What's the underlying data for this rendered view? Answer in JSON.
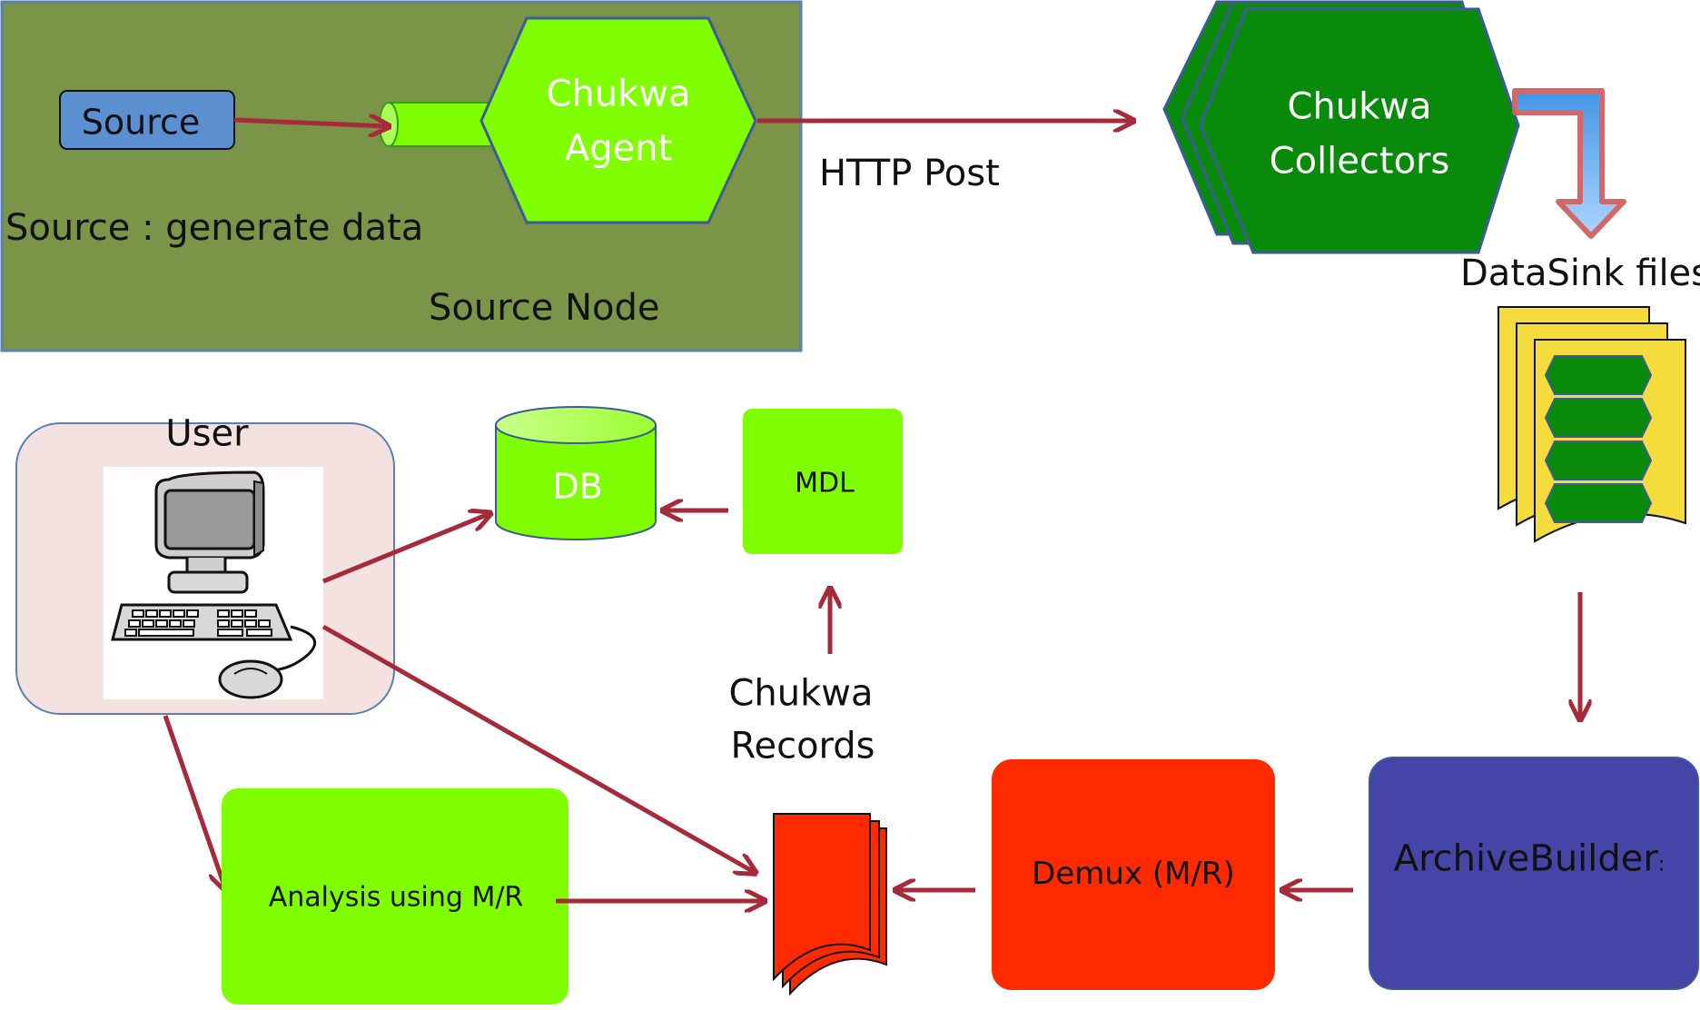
{
  "source_node": {
    "source_label": "Source",
    "agent_label_line1": "Chukwa",
    "agent_label_line2": "Agent",
    "caption": "Source : generate data",
    "node_label": "Source Node"
  },
  "http_post_label": "HTTP Post",
  "collectors": {
    "line1": "Chukwa",
    "line2": "Collectors"
  },
  "datasink_label": "DataSink files",
  "user_label": "User",
  "db_label": "DB",
  "mdl_label": "MDL",
  "records": {
    "line1": "Chukwa",
    "line2": "Records"
  },
  "analysis_label": "Analysis using M/R",
  "demux_label": "Demux (M/R)",
  "archive_label": "ArchiveBuilder",
  "archive_suffix": ":",
  "colors": {
    "source_node_bg": "#7a9448",
    "source_box": "#5b8fcf",
    "lime": "#80ff00",
    "collector_green": "#0a8a0a",
    "arrow": "#a52a3a",
    "user_panel": "#f3e2e0",
    "orange_red": "#ff2a00",
    "archive_blue": "#4545a8",
    "file_yellow": "#f4dc3c"
  }
}
